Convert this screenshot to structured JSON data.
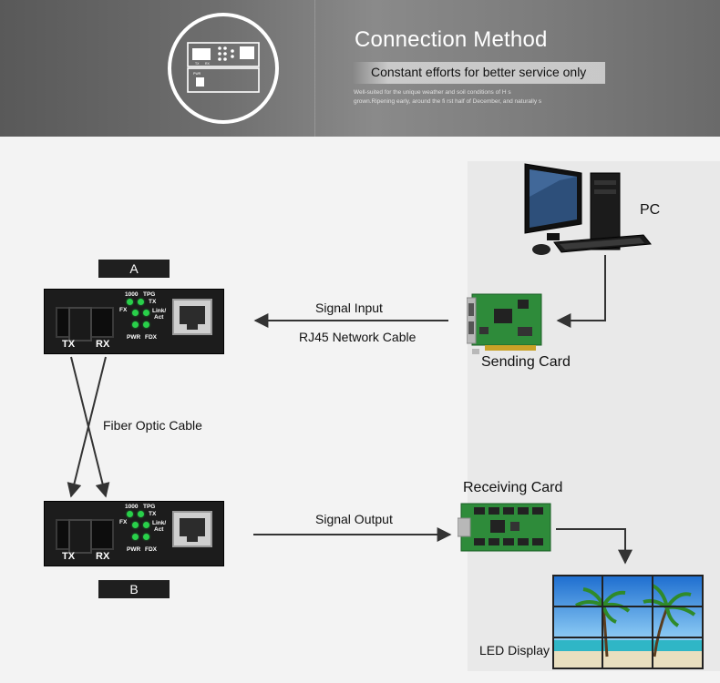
{
  "header": {
    "title": "Connection Method",
    "subtitle": "Constant efforts for better service only",
    "small_text": "Well-suited for the unique weather and soil conditions of H s grown.Ripening early, around the fi rst half of December, and naturally s",
    "mini_device_labels": [
      "TX",
      "RX",
      "PWR"
    ]
  },
  "diagram": {
    "pc_label": "PC",
    "sending_card_label": "Sending Card",
    "receiving_card_label": "Receiving Card",
    "led_display_label": "LED Display",
    "signal_input_label": "Signal Input",
    "rj45_label": "RJ45 Network Cable",
    "fiber_label": "Fiber Optic Cable",
    "signal_output_label": "Signal Output",
    "device_a_tag": "A",
    "device_b_tag": "B",
    "device_labels": {
      "led_1000": "1000",
      "led_tpg": "TPG",
      "led_tx": "TX",
      "led_fx": "FX",
      "led_link": "Link/",
      "led_act": "Act",
      "led_pwr": "PWR",
      "led_fdx": "FDX",
      "port_tx": "TX",
      "port_rx": "RX"
    }
  },
  "colors": {
    "led_green": "#29d04a",
    "pcb_green": "#2e8b3a",
    "wire": "#333333",
    "tag_bg": "#1f1f1f"
  }
}
